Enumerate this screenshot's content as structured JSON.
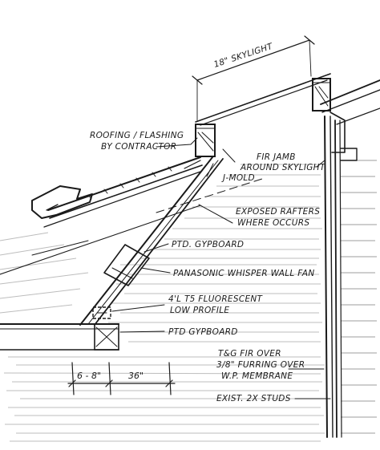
{
  "labels": {
    "skylight_width": "18\" SKYLIGHT",
    "roofing_line1": "ROOFING / FLASHING",
    "roofing_line2": "BY CONTRACTOR",
    "fir_jamb_line1": "FIR JAMB",
    "fir_jamb_line2": "AROUND SKYLIGHT",
    "j_mold": "J-MOLD",
    "exposed_line1": "EXPOSED RAFTERS",
    "exposed_line2": "WHERE OCCURS",
    "ptd_gypboard_1": "PTD. GYPBOARD",
    "fan": "PANASONIC WHISPER WALL FAN",
    "light_line1": "4'L T5 FLUORESCENT",
    "light_line2": "LOW PROFILE",
    "ptd_gypboard_2": "PTD GYPBOARD",
    "tg_line1": "T&G FIR OVER",
    "tg_line2": "3/8\" FURRING OVER",
    "tg_line3": "W.P. MEMBRANE",
    "studs": "EXIST. 2X STUDS",
    "dim_left": "6 - 8\"",
    "dim_right": "36\""
  }
}
